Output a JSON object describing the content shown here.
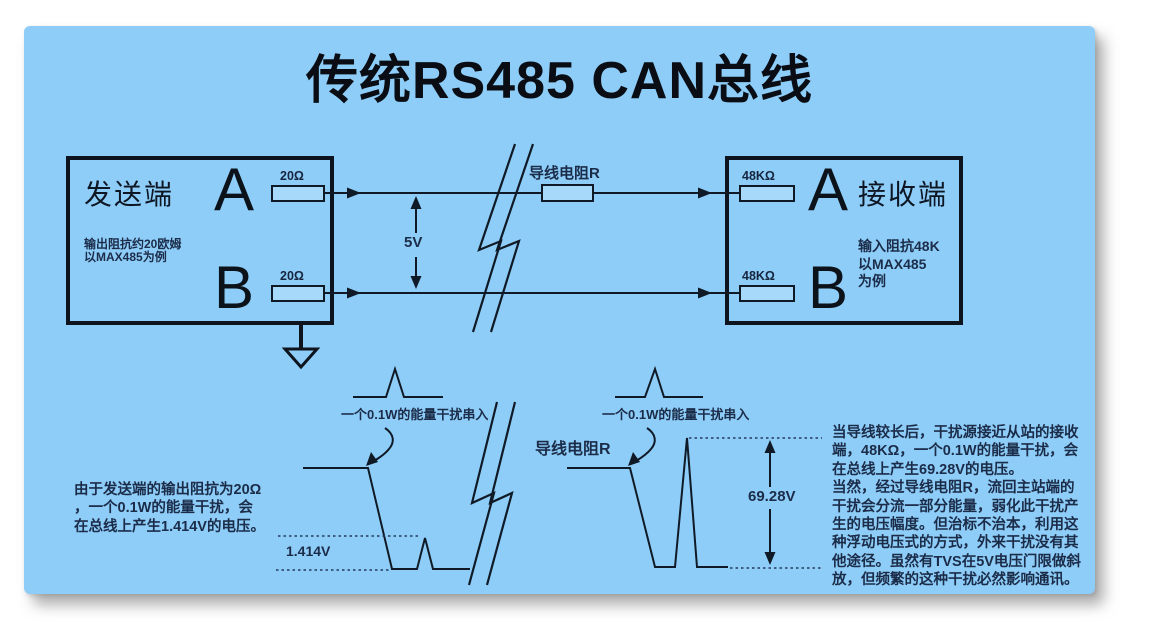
{
  "title": "传统RS485 CAN总线",
  "colors": {
    "panel_bg": "#8ecdf8",
    "line": "#101a26",
    "text": "#1b2c49"
  },
  "transmitter": {
    "name": "发送端",
    "terminal_a": "A",
    "terminal_b": "B",
    "resistance": "20Ω",
    "note": "输出阻抗约20欧姆\n以MAX485为例"
  },
  "receiver": {
    "name": "接收端",
    "terminal_a": "A",
    "terminal_b": "B",
    "resistance": "48KΩ",
    "note": "输入阻抗48K\n以MAX485\n为例"
  },
  "bus": {
    "differential_voltage": "5V",
    "wire_resistance": "导线电阻R"
  },
  "waveforms": {
    "injection_label": "一个0.1W的能量干扰串入",
    "left": {
      "voltage": "1.414V"
    },
    "right": {
      "wire_resistance": "导线电阻R",
      "voltage": "69.28V"
    }
  },
  "annotations": {
    "left": "由于发送端的输出阻抗为20Ω\n，一个0.1W的能量干扰，会\n在总线上产生1.414V的电压。",
    "right": "当导线较长后，干扰源接近从站的接收\n端，48KΩ，一个0.1W的能量干扰，会\n在总线上产生69.28V的电压。\n当然，经过导线电阻R，流回主站端的\n干扰会分流一部分能量，弱化此干扰产\n生的电压幅度。但治标不治本，利用这\n种浮动电压式的方式，外来干扰没有其\n他途径。虽然有TVS在5V电压门限做斜\n放，但频繁的这种干扰必然影响通讯。"
  }
}
